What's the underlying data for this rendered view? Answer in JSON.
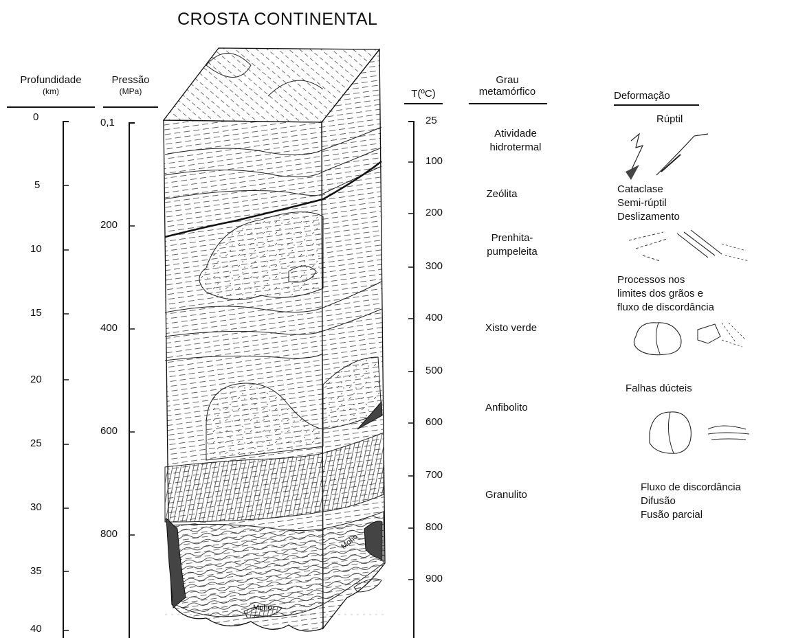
{
  "title": "CROSTA CONTINENTAL",
  "axes": {
    "depth": {
      "label": "Profundidade",
      "unit": "(km)",
      "ticks": [
        "0",
        "5",
        "10",
        "15",
        "20",
        "25",
        "30",
        "35",
        "40"
      ]
    },
    "pressure": {
      "label": "Pressão",
      "unit": "(MPa)",
      "ticks": [
        "0,1",
        "200",
        "400",
        "600",
        "800"
      ]
    },
    "temperature": {
      "label": "T(ºC)",
      "ticks": [
        "25",
        "100",
        "200",
        "300",
        "400",
        "500",
        "600",
        "700",
        "800",
        "900"
      ]
    }
  },
  "columns": {
    "metamorphic": {
      "label_line1": "Grau",
      "label_line2": "metamórfico"
    },
    "deformation": {
      "label": "Deformação"
    }
  },
  "metamorphic_grades": [
    {
      "line1": "Atividade",
      "line2": "hidrotermal"
    },
    {
      "line1": "Zeólita",
      "line2": ""
    },
    {
      "line1": "Prenhita-",
      "line2": "pumpeleita"
    },
    {
      "line1": "Xisto verde",
      "line2": ""
    },
    {
      "line1": "Anfibolito",
      "line2": ""
    },
    {
      "line1": "Granulito",
      "line2": ""
    }
  ],
  "deformation": [
    {
      "lines": [
        "Rúptil"
      ]
    },
    {
      "lines": [
        "Cataclase",
        "Semi-rúptil",
        "Deslizamento"
      ]
    },
    {
      "lines": [
        "Processos nos",
        "limites dos grãos e",
        "fluxo de discordância"
      ]
    },
    {
      "lines": [
        "Falhas dúcteis"
      ]
    },
    {
      "lines": [
        "Fluxo de discordância",
        "Difusão",
        "Fusão parcial"
      ]
    }
  ],
  "block": {
    "moho_left": "Moho",
    "moho_right": "Moho"
  },
  "colors": {
    "ink": "#111111",
    "fill_dark": "#444444",
    "background": "#ffffff"
  }
}
